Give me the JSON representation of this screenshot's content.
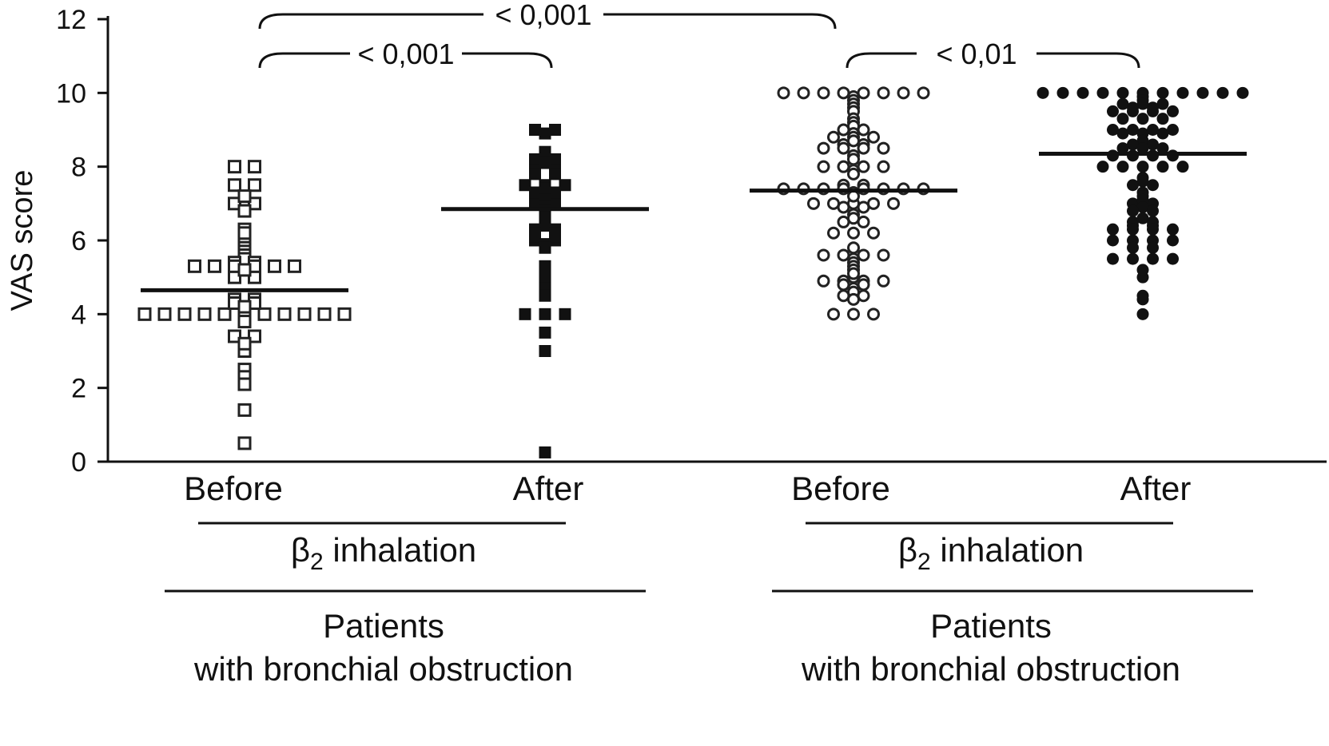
{
  "chart_data": {
    "type": "scatter",
    "subtype": "dot-plot with median lines",
    "y_axis": {
      "label": "VAS score",
      "range": [
        0,
        12
      ],
      "ticks": [
        0,
        2,
        4,
        6,
        8,
        10,
        12
      ]
    },
    "categories": [
      "Before",
      "After",
      "Before",
      "After"
    ],
    "groups": [
      {
        "line1": "β",
        "subscript": "2",
        "line1_rest": " inhalation",
        "line2": "Patients",
        "line3": "with bronchial obstruction"
      },
      {
        "line1": "β",
        "subscript": "2",
        "line1_rest": " inhalation",
        "line2": "Patients",
        "line3": "with bronchial obstruction"
      }
    ],
    "series": [
      {
        "marker": "open-square",
        "median": 4.65,
        "values": [
          8.0,
          8.0,
          7.5,
          7.5,
          7.2,
          7.0,
          7.0,
          6.8,
          6.3,
          6.2,
          6.0,
          5.8,
          5.7,
          5.6,
          5.5,
          5.4,
          5.4,
          5.3,
          5.3,
          5.3,
          5.3,
          5.3,
          5.3,
          5.2,
          5.0,
          5.0,
          4.4,
          4.4,
          4.3,
          4.3,
          4.2,
          4.0,
          4.0,
          4.0,
          4.0,
          4.0,
          4.0,
          4.0,
          4.0,
          4.0,
          4.0,
          4.0,
          3.8,
          3.4,
          3.4,
          3.2,
          3.0,
          2.5,
          2.3,
          2.1,
          1.4,
          0.5
        ]
      },
      {
        "marker": "filled-square",
        "median": 6.85,
        "values": [
          9.0,
          9.0,
          8.9,
          8.4,
          8.2,
          8.2,
          8.1,
          8.0,
          8.0,
          7.8,
          7.8,
          7.5,
          7.5,
          7.5,
          7.4,
          7.3,
          7.3,
          7.1,
          7.0,
          7.0,
          6.9,
          6.8,
          6.6,
          6.4,
          6.3,
          6.3,
          6.2,
          6.2,
          6.1,
          6.1,
          6.0,
          6.0,
          5.9,
          5.8,
          5.3,
          5.0,
          4.7,
          4.5,
          4.0,
          4.0,
          4.0,
          3.5,
          3.0,
          0.25
        ]
      },
      {
        "marker": "open-circle",
        "median": 7.35,
        "values": [
          10.0,
          10.0,
          10.0,
          10.0,
          10.0,
          10.0,
          10.0,
          10.0,
          9.9,
          9.8,
          9.7,
          9.6,
          9.5,
          9.3,
          9.2,
          9.1,
          9.0,
          9.0,
          8.9,
          8.8,
          8.8,
          8.8,
          8.7,
          8.6,
          8.6,
          8.5,
          8.5,
          8.5,
          8.5,
          8.3,
          8.2,
          8.0,
          8.0,
          8.0,
          8.0,
          7.9,
          7.8,
          7.5,
          7.5,
          7.4,
          7.4,
          7.4,
          7.4,
          7.4,
          7.4,
          7.4,
          7.4,
          7.3,
          7.2,
          7.0,
          7.0,
          7.0,
          7.0,
          7.0,
          6.9,
          6.9,
          6.7,
          6.6,
          6.5,
          6.5,
          6.2,
          6.2,
          6.2,
          5.8,
          5.6,
          5.6,
          5.6,
          5.6,
          5.5,
          5.4,
          5.3,
          5.2,
          5.1,
          5.0,
          4.9,
          4.9,
          4.9,
          4.9,
          4.8,
          4.8,
          4.7,
          4.6,
          4.5,
          4.5,
          4.4,
          4.0,
          4.0,
          4.0
        ]
      },
      {
        "marker": "filled-circle",
        "median": 8.35,
        "values": [
          10.0,
          10.0,
          10.0,
          10.0,
          10.0,
          10.0,
          10.0,
          10.0,
          10.0,
          10.0,
          10.0,
          9.9,
          9.8,
          9.7,
          9.7,
          9.7,
          9.6,
          9.6,
          9.5,
          9.5,
          9.5,
          9.5,
          9.3,
          9.3,
          9.3,
          9.0,
          9.0,
          9.0,
          9.0,
          8.9,
          8.9,
          8.9,
          8.7,
          8.6,
          8.6,
          8.5,
          8.5,
          8.5,
          8.3,
          8.3,
          8.3,
          8.3,
          8.0,
          8.0,
          8.0,
          8.0,
          8.0,
          7.7,
          7.6,
          7.5,
          7.5,
          7.3,
          7.2,
          7.1,
          7.0,
          7.0,
          6.9,
          6.8,
          6.8,
          6.6,
          6.5,
          6.5,
          6.4,
          6.4,
          6.3,
          6.3,
          6.3,
          6.3,
          6.0,
          6.0,
          6.0,
          6.0,
          5.8,
          5.8,
          5.5,
          5.5,
          5.5,
          5.5,
          5.2,
          5.0,
          4.5,
          4.4,
          4.0
        ]
      }
    ],
    "significance": [
      {
        "from": 0,
        "to": 1,
        "label": "< 0,001"
      },
      {
        "from": 0,
        "to": 2,
        "label": "< 0,001"
      },
      {
        "from": 2,
        "to": 3,
        "label": "< 0,01"
      }
    ]
  }
}
